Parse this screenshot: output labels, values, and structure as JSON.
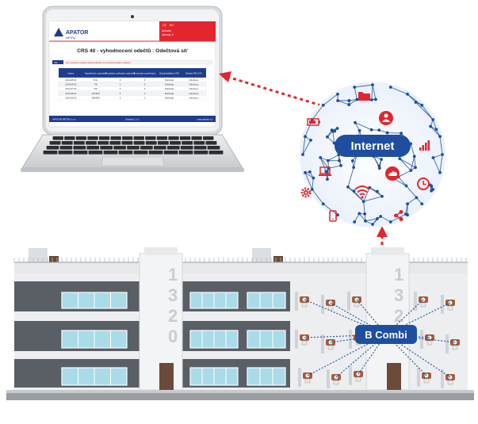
{
  "laptop": {
    "brand": "APATOR",
    "brand_sub": "METRA",
    "topbar": [
      "CZ",
      "EN"
    ],
    "user_lines": [
      "Uživatel:",
      "Jmenný: 6"
    ],
    "screen_title": "CRS 40 - vyhodnocení odečtů : Odečtová síť",
    "filter_label": "Filtr",
    "filter_text": "Pro zobrazení detailu odečtu klikněte na příslušný řádek v tabulce",
    "table_headers": [
      "Datum",
      "Naměřených vodoměrů",
      "Ponechání ověřených vodoměrů",
      "Ponechání vyměněných",
      "Chyba/dohlášení (OT)",
      "Bezdrát RF2 (OT)"
    ],
    "table_rows": [
      [
        "2014-05-01",
        "5/11",
        "0",
        "0",
        "Dohledat",
        "Odečteno"
      ],
      [
        "2014-06-01",
        "7/8",
        "0",
        "0",
        "Dohledat",
        "Odečteno"
      ],
      [
        "2014-07-01",
        "9/9",
        "0",
        "0",
        "Dohledat",
        "Odečteno"
      ],
      [
        "2014-08-01",
        "101/608",
        "0",
        "0",
        "Dohledat",
        "Odečteno"
      ],
      [
        "2014-09-01",
        "405/608",
        "0",
        "0",
        "Dohledat",
        "Odečteno"
      ]
    ],
    "footer_left": "APATOR METRA s.r.o.",
    "footer_mid": "Stránka 1 z 1",
    "footer_right": "www.apator.cz"
  },
  "internet_label": "Internet",
  "collector_label": "B Combi",
  "building_number": "1320",
  "colors": {
    "accent_red": "#e3262d",
    "navy": "#1d3c8c",
    "network_blue": "#1f4e9e",
    "building_gray": "#5a5f66",
    "window_blue": "#a9dbe8"
  },
  "icons": [
    "folder-icon",
    "people-icon",
    "battery-icon",
    "signal-bars-icon",
    "cloud-upload-icon",
    "laptop-icon",
    "gear-icon",
    "wifi-icon",
    "clock-icon",
    "phone-icon",
    "share-icon",
    "water-meter-icon"
  ]
}
